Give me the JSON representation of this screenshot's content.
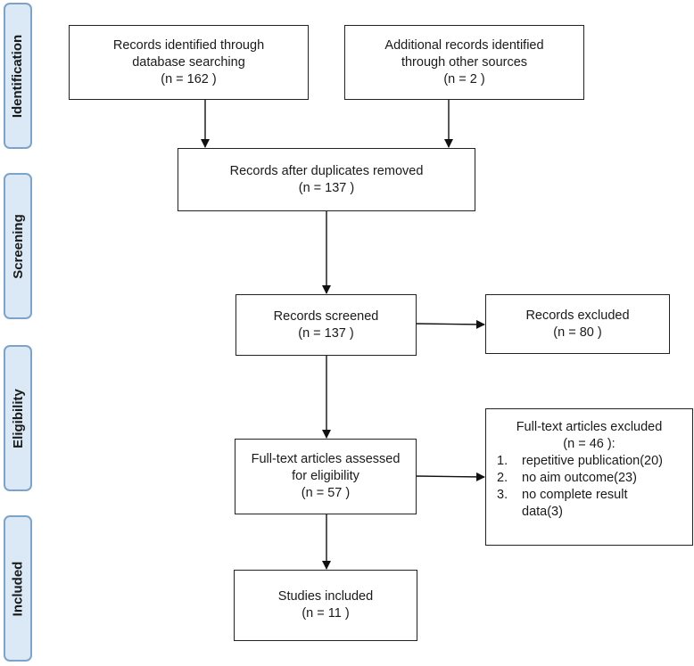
{
  "phases": {
    "identification": "Identification",
    "screening": "Screening",
    "eligibility": "Eligibility",
    "included": "Included"
  },
  "boxes": {
    "database": {
      "line1": "Records identified through",
      "line2": "database searching",
      "count": "(n = 162  )"
    },
    "other": {
      "line1": "Additional records identified",
      "line2": "through other sources",
      "count": "(n = 2  )"
    },
    "duplicates": {
      "line1": "Records after duplicates removed",
      "count": "(n = 137  )"
    },
    "screened": {
      "line1": "Records screened",
      "count": "(n =  137 )"
    },
    "excluded": {
      "line1": "Records excluded",
      "count": "(n = 80  )"
    },
    "fulltext": {
      "line1": "Full-text articles assessed",
      "line2": "for eligibility",
      "count": "(n =  57 )"
    },
    "fulltext_excluded": {
      "line1": "Full-text articles excluded",
      "line2": "(n =  46 ):",
      "reasons": [
        {
          "num": "1.",
          "text": "repetitive publication(20)"
        },
        {
          "num": "2.",
          "text": "no aim outcome(23)"
        },
        {
          "num": "3.",
          "text": "no complete result data(3)"
        }
      ]
    },
    "included": {
      "line1": "Studies included",
      "count": "(n =  11 )"
    }
  }
}
